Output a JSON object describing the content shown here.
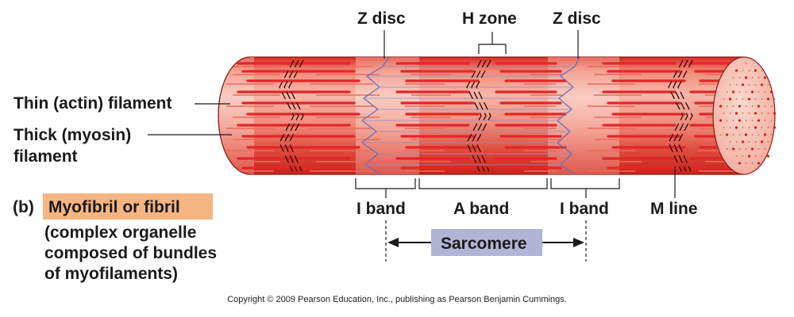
{
  "labels": {
    "z_disc_left": "Z disc",
    "h_zone": "H zone",
    "z_disc_right": "Z disc",
    "thin_filament": "Thin (actin) filament",
    "thick_filament_line1": "Thick (myosin)",
    "thick_filament_line2": "filament",
    "i_band_left": "I band",
    "a_band": "A band",
    "i_band_right": "I band",
    "m_line": "M line",
    "sarcomere": "Sarcomere"
  },
  "caption": {
    "letter": "(b)",
    "title": "Myofibril or fibril",
    "description_lines": [
      "(complex organelle",
      "composed of bundles",
      "of myofilaments)"
    ]
  },
  "copyright": "Copyright © 2009 Pearson Education, Inc., publishing as Pearson Benjamin Cummings.",
  "colors": {
    "myofibril_red": "#e2262a",
    "myofibril_highlight": "#f7b3a8",
    "title_highlight": "#f5b583",
    "sarcomere_box": "#b3b3d6"
  }
}
